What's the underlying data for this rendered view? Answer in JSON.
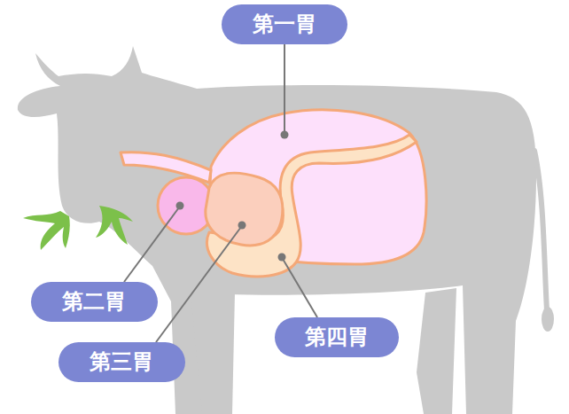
{
  "diagram": {
    "nodes": [
      {
        "text": [
          "第一胃"
        ]
      },
      {
        "text": [
          "第二胃"
        ]
      },
      {
        "text": [
          "第三胃"
        ]
      },
      {
        "text": [
          "第四胃"
        ]
      }
    ]
  }
}
